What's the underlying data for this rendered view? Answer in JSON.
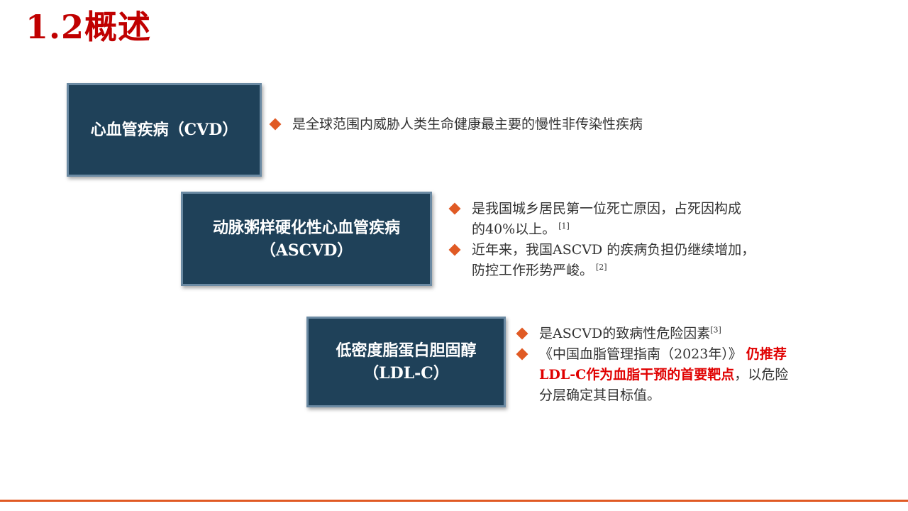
{
  "slide": {
    "title": "1.2概述"
  },
  "boxes": [
    {
      "lines": [
        "心血管疾病（CVD）"
      ]
    },
    {
      "lines": [
        "动脉粥样硬化性心血管疾病",
        "（ASCVD）"
      ]
    },
    {
      "lines": [
        "低密度脂蛋白胆固醇",
        "（LDL-C）"
      ]
    }
  ],
  "bullets_cvd": [
    {
      "text": "是全球范围内威胁人类生命健康最主要的慢性非传染性疾病"
    }
  ],
  "bullets_ascvd": [
    {
      "line1": "是我国城乡居民第一位死亡原因，占死因构成",
      "line2": "的40%以上。",
      "ref": "[1]"
    },
    {
      "line1": "近年来，我国ASCVD 的疾病负担仍继续增加，",
      "line2": "防控工作形势严峻。",
      "ref": "[2]"
    }
  ],
  "bullets_ldl": [
    {
      "text": "是ASCVD的致病性危险因素",
      "ref": "[3]"
    },
    {
      "part1": "《中国血脂管理指南（2023年）》",
      "highlight1": "仍推荐",
      "highlight2": "LDL-C作为血脂干预的首要靶点",
      "part2": "，以危险",
      "line3": "分层确定其目标值。"
    }
  ],
  "colors": {
    "title": "#c00000",
    "box_fill": "#1f4159",
    "box_border": "#6b8aa3",
    "bullet_marker": "#e05a24",
    "highlight": "#e00000",
    "rule": "#e05a24"
  },
  "icons": {
    "bullet_marker": "diamond-bullet-icon"
  }
}
